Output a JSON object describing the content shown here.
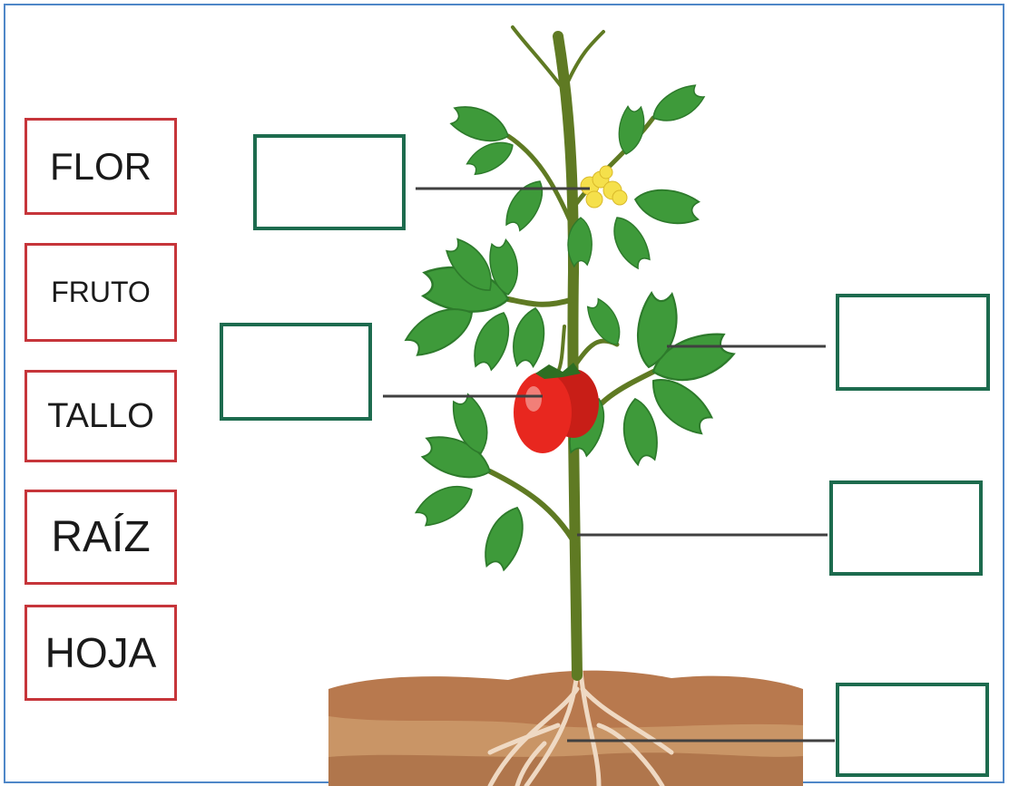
{
  "word_bank": [
    {
      "label": "FLOR"
    },
    {
      "label": "FRUTO"
    },
    {
      "label": "TALLO"
    },
    {
      "label": "RAÍZ"
    },
    {
      "label": "HOJA"
    }
  ],
  "answer_slots": [
    {
      "target": "flor",
      "value": ""
    },
    {
      "target": "fruto",
      "value": ""
    },
    {
      "target": "hoja",
      "value": ""
    },
    {
      "target": "tallo",
      "value": ""
    },
    {
      "target": "raiz",
      "value": ""
    }
  ],
  "colors": {
    "word_border": "#c6353a",
    "slot_border": "#1d6b4e",
    "frame_border": "#4f87c8",
    "leaf": "#3e9a3a",
    "stem": "#5f7a23",
    "tomato": "#e8271f",
    "flower": "#f5e04b",
    "soil": "#b8794e"
  }
}
